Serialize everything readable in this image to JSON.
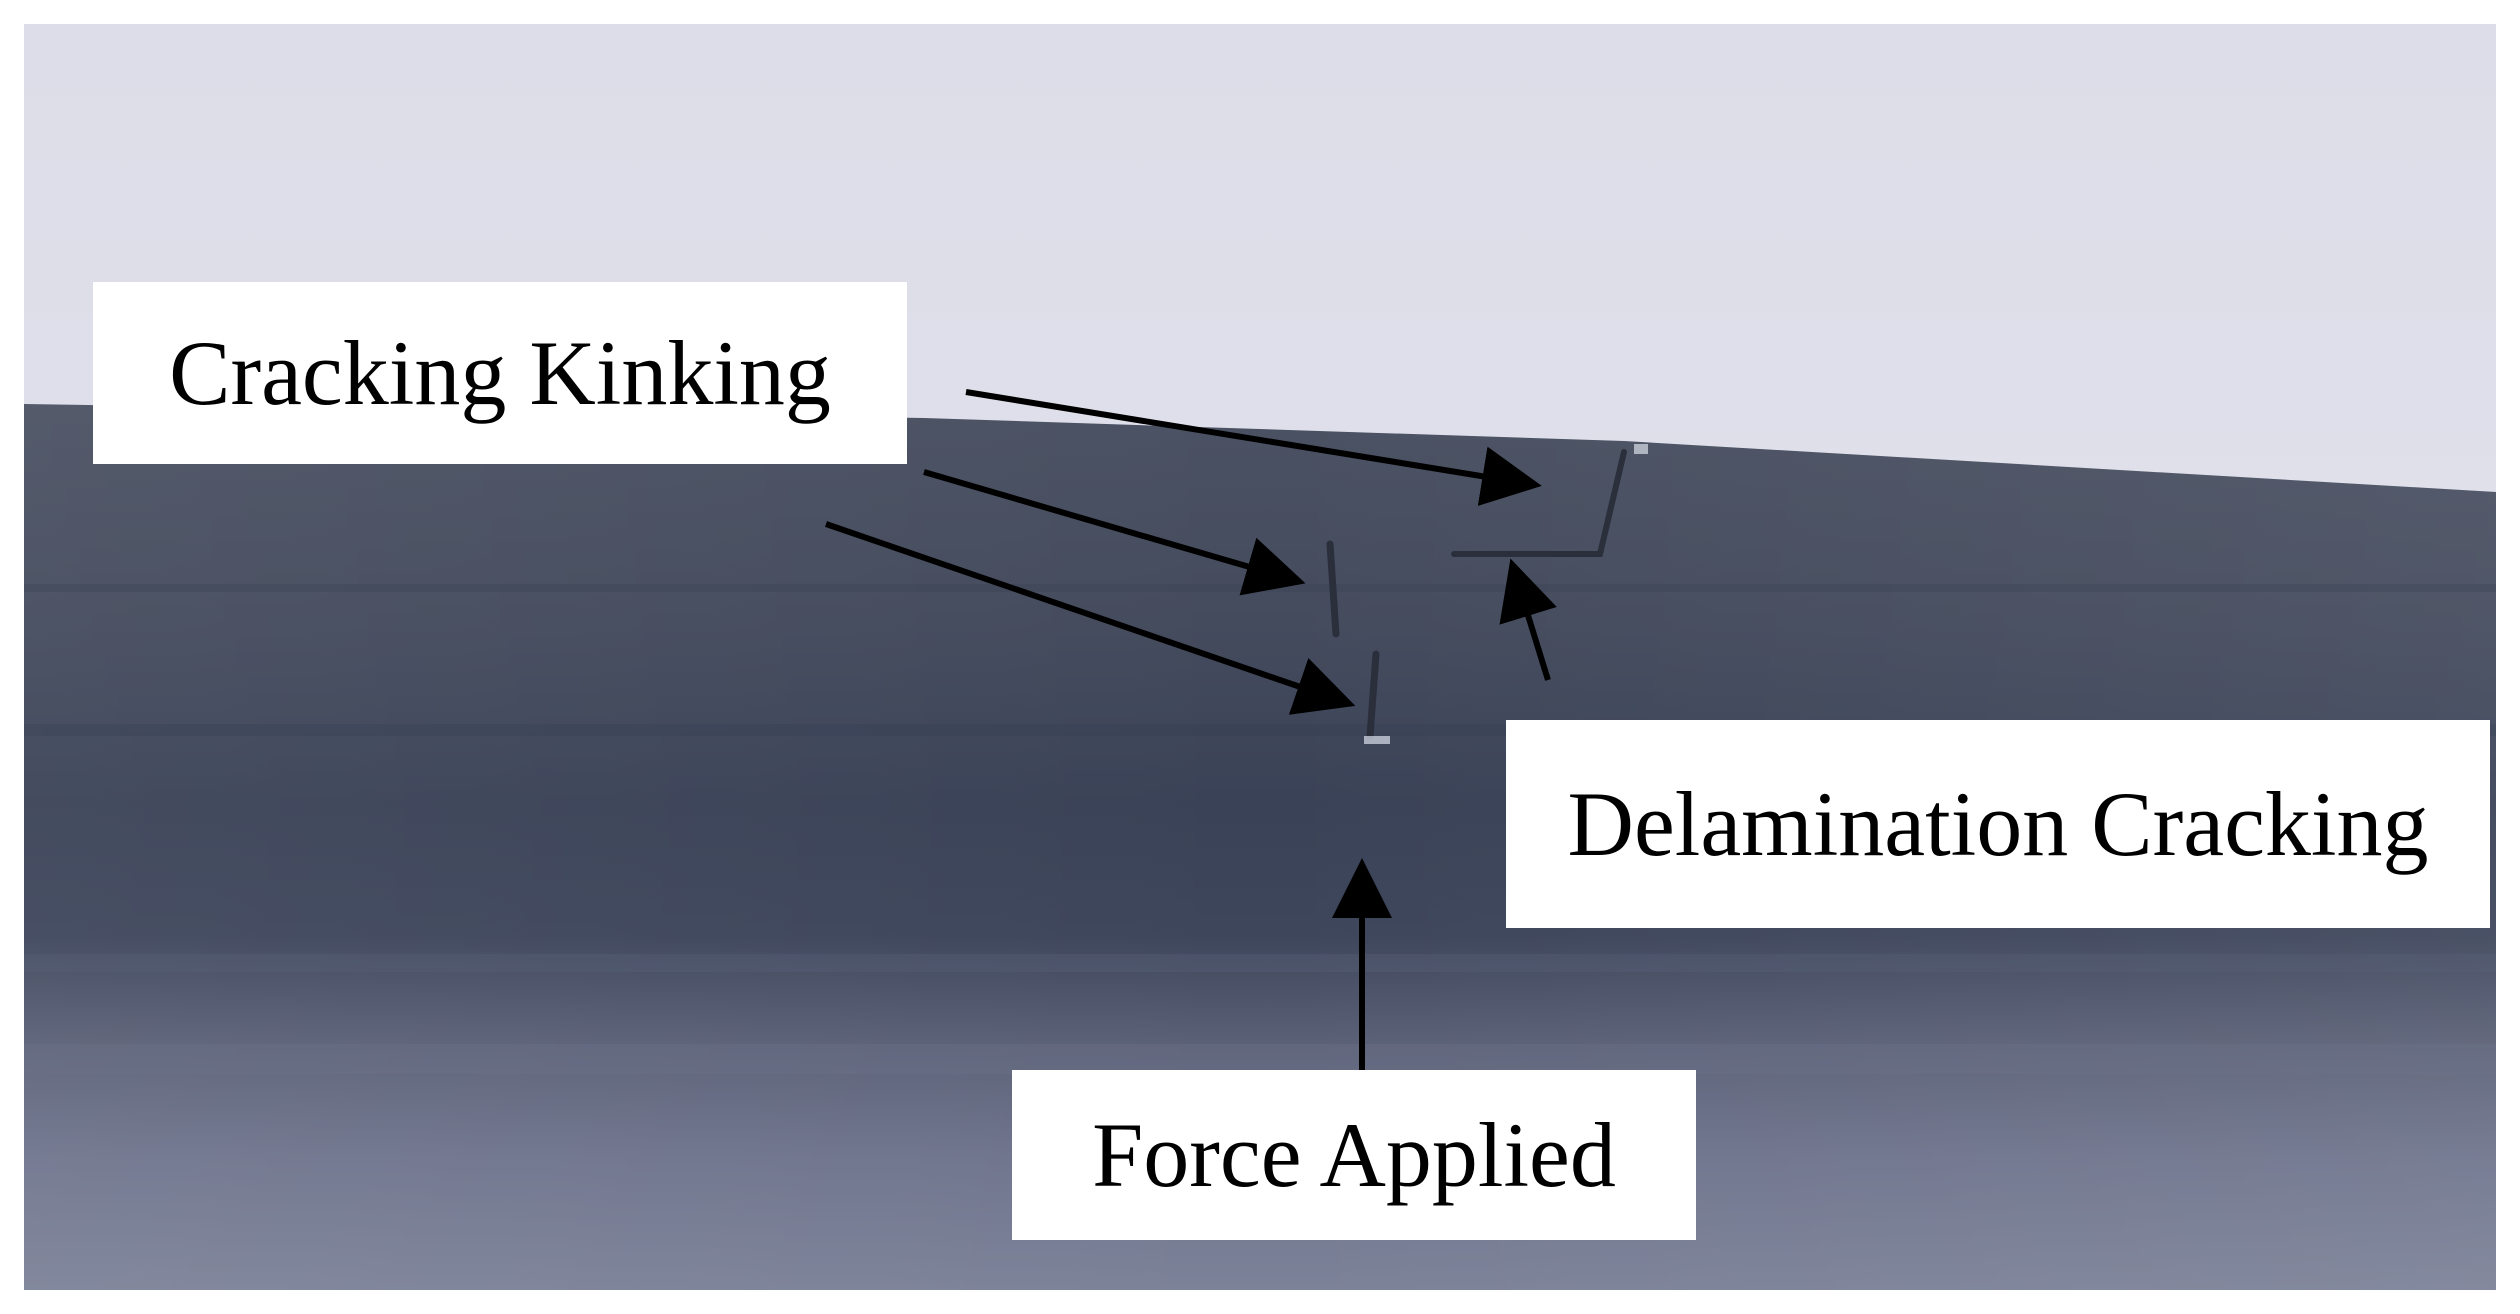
{
  "labels": {
    "cracking_kinking": "Cracking Kinking",
    "delamination_cracking": "Delamination Cracking",
    "force_applied": "Force Applied"
  },
  "colors": {
    "background_sky": "#dcdde8",
    "specimen_dark": "#3f4758",
    "specimen_mid": "#4a5266",
    "specimen_light": "#7a8096",
    "arrow": "#000000",
    "label_bg": "#ffffff"
  }
}
